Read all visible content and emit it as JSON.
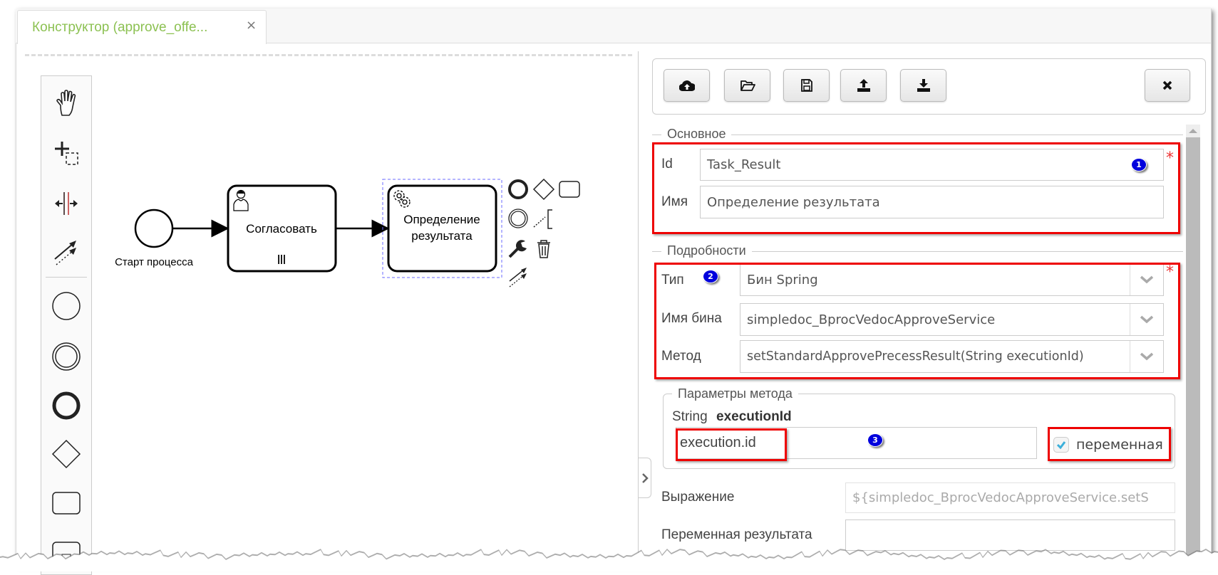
{
  "tab": {
    "title": "Конструктор (approve_offe...",
    "close": "×"
  },
  "palette": {
    "tools": [
      "hand-tool",
      "lasso-tool",
      "space-tool",
      "global-connect-tool",
      "start-event",
      "intermediate-event",
      "end-event",
      "gateway",
      "task",
      "subprocess"
    ]
  },
  "diagram": {
    "start_event_label": "Старт процесса",
    "task1_label": "Согласовать",
    "task1_marker": "|||",
    "task2_label_line1": "Определение",
    "task2_label_line2": "результата"
  },
  "toolbar": {
    "buttons": [
      "cloud-upload-icon",
      "folder-open-icon",
      "save-icon",
      "upload-icon",
      "download-icon"
    ],
    "close": "close-icon"
  },
  "main_section": {
    "legend": "Основное",
    "id_label": "Id",
    "id_value": "Task_Result",
    "name_label": "Имя",
    "name_value": "Определение результата",
    "required": "*"
  },
  "details_section": {
    "legend": "Подробности",
    "type_label": "Тип",
    "type_value": "Бин Spring",
    "bean_label": "Имя бина",
    "bean_value": "simpledoc_BprocVedocApproveService",
    "method_label": "Метод",
    "method_value": "setStandardApprovePrecessResult(String executionId)",
    "required": "*"
  },
  "method_params": {
    "legend": "Параметры метода",
    "param_type": "String",
    "param_name": "executionId",
    "param_value": "execution.id",
    "variable_label": "переменная",
    "variable_checked": true
  },
  "expression": {
    "label": "Выражение",
    "value": "${simpledoc_BprocVedocApproveService.setS"
  },
  "result_variable": {
    "label": "Переменная результата",
    "value": ""
  },
  "badges": [
    "1",
    "2",
    "3"
  ],
  "colors": {
    "tab_text": "#8cc152",
    "highlight": "#ee0000",
    "badge": "#0000dd",
    "checkbox": "#3bafda"
  }
}
